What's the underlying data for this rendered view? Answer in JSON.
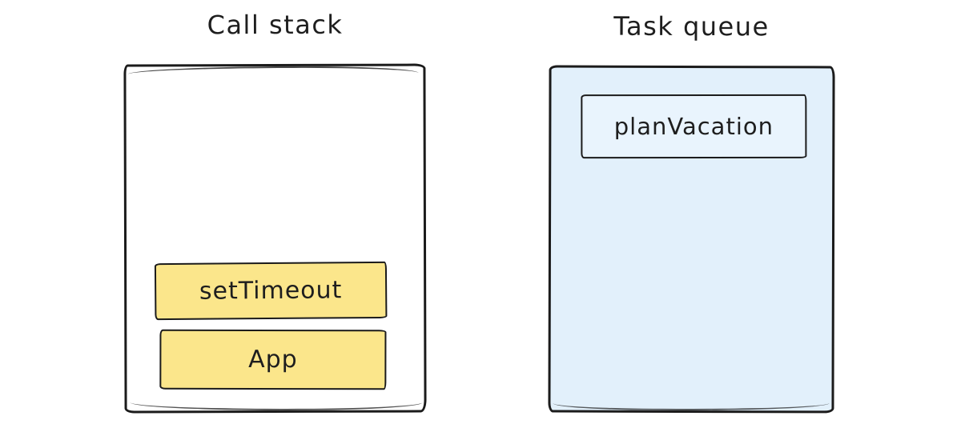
{
  "diagram": {
    "call_stack": {
      "title": "Call stack",
      "frames": [
        {
          "label": "setTimeout"
        },
        {
          "label": "App"
        }
      ]
    },
    "task_queue": {
      "title": "Task queue",
      "tasks": [
        {
          "label": "planVacation"
        }
      ]
    },
    "colors": {
      "stroke": "#1b1b1b",
      "text": "#1e1e1e",
      "frame_fill": "#fbe68b",
      "queue_fill": "#e2f0fb",
      "task_fill": "#e9f4fd",
      "background": "#ffffff"
    }
  }
}
